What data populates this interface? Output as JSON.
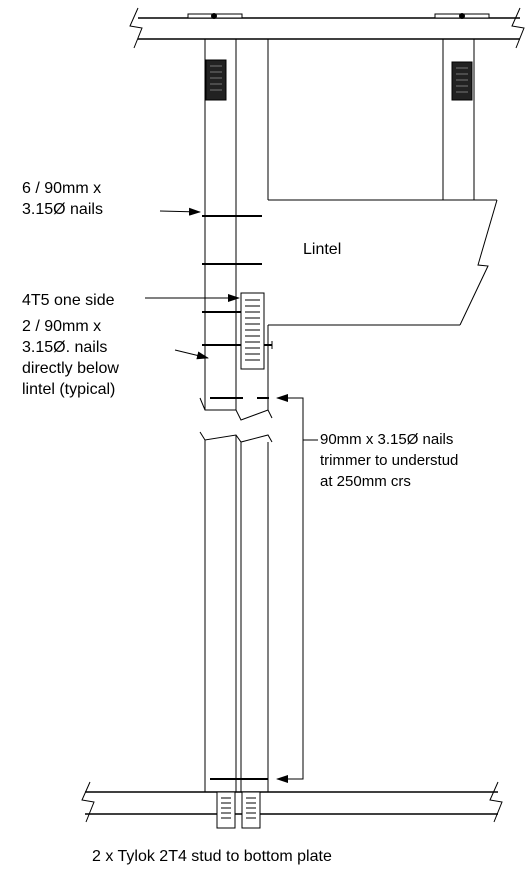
{
  "labels": {
    "lintel": "Lintel",
    "nails_6_line1": "6 / 90mm x",
    "nails_6_line2": "3.15Ø nails",
    "t5_one_side": "4T5 one side",
    "nails_2_line1": "2 / 90mm  x",
    "nails_2_line2": "3.15Ø. nails",
    "nails_2_line3": "directly below",
    "nails_2_line4": "lintel (typical)",
    "trimmer_line1": "90mm x 3.15Ø nails",
    "trimmer_line2": "trimmer to understud",
    "trimmer_line3": "at 250mm crs",
    "bottom_note": "2 x Tylok 2T4 stud to bottom plate"
  }
}
